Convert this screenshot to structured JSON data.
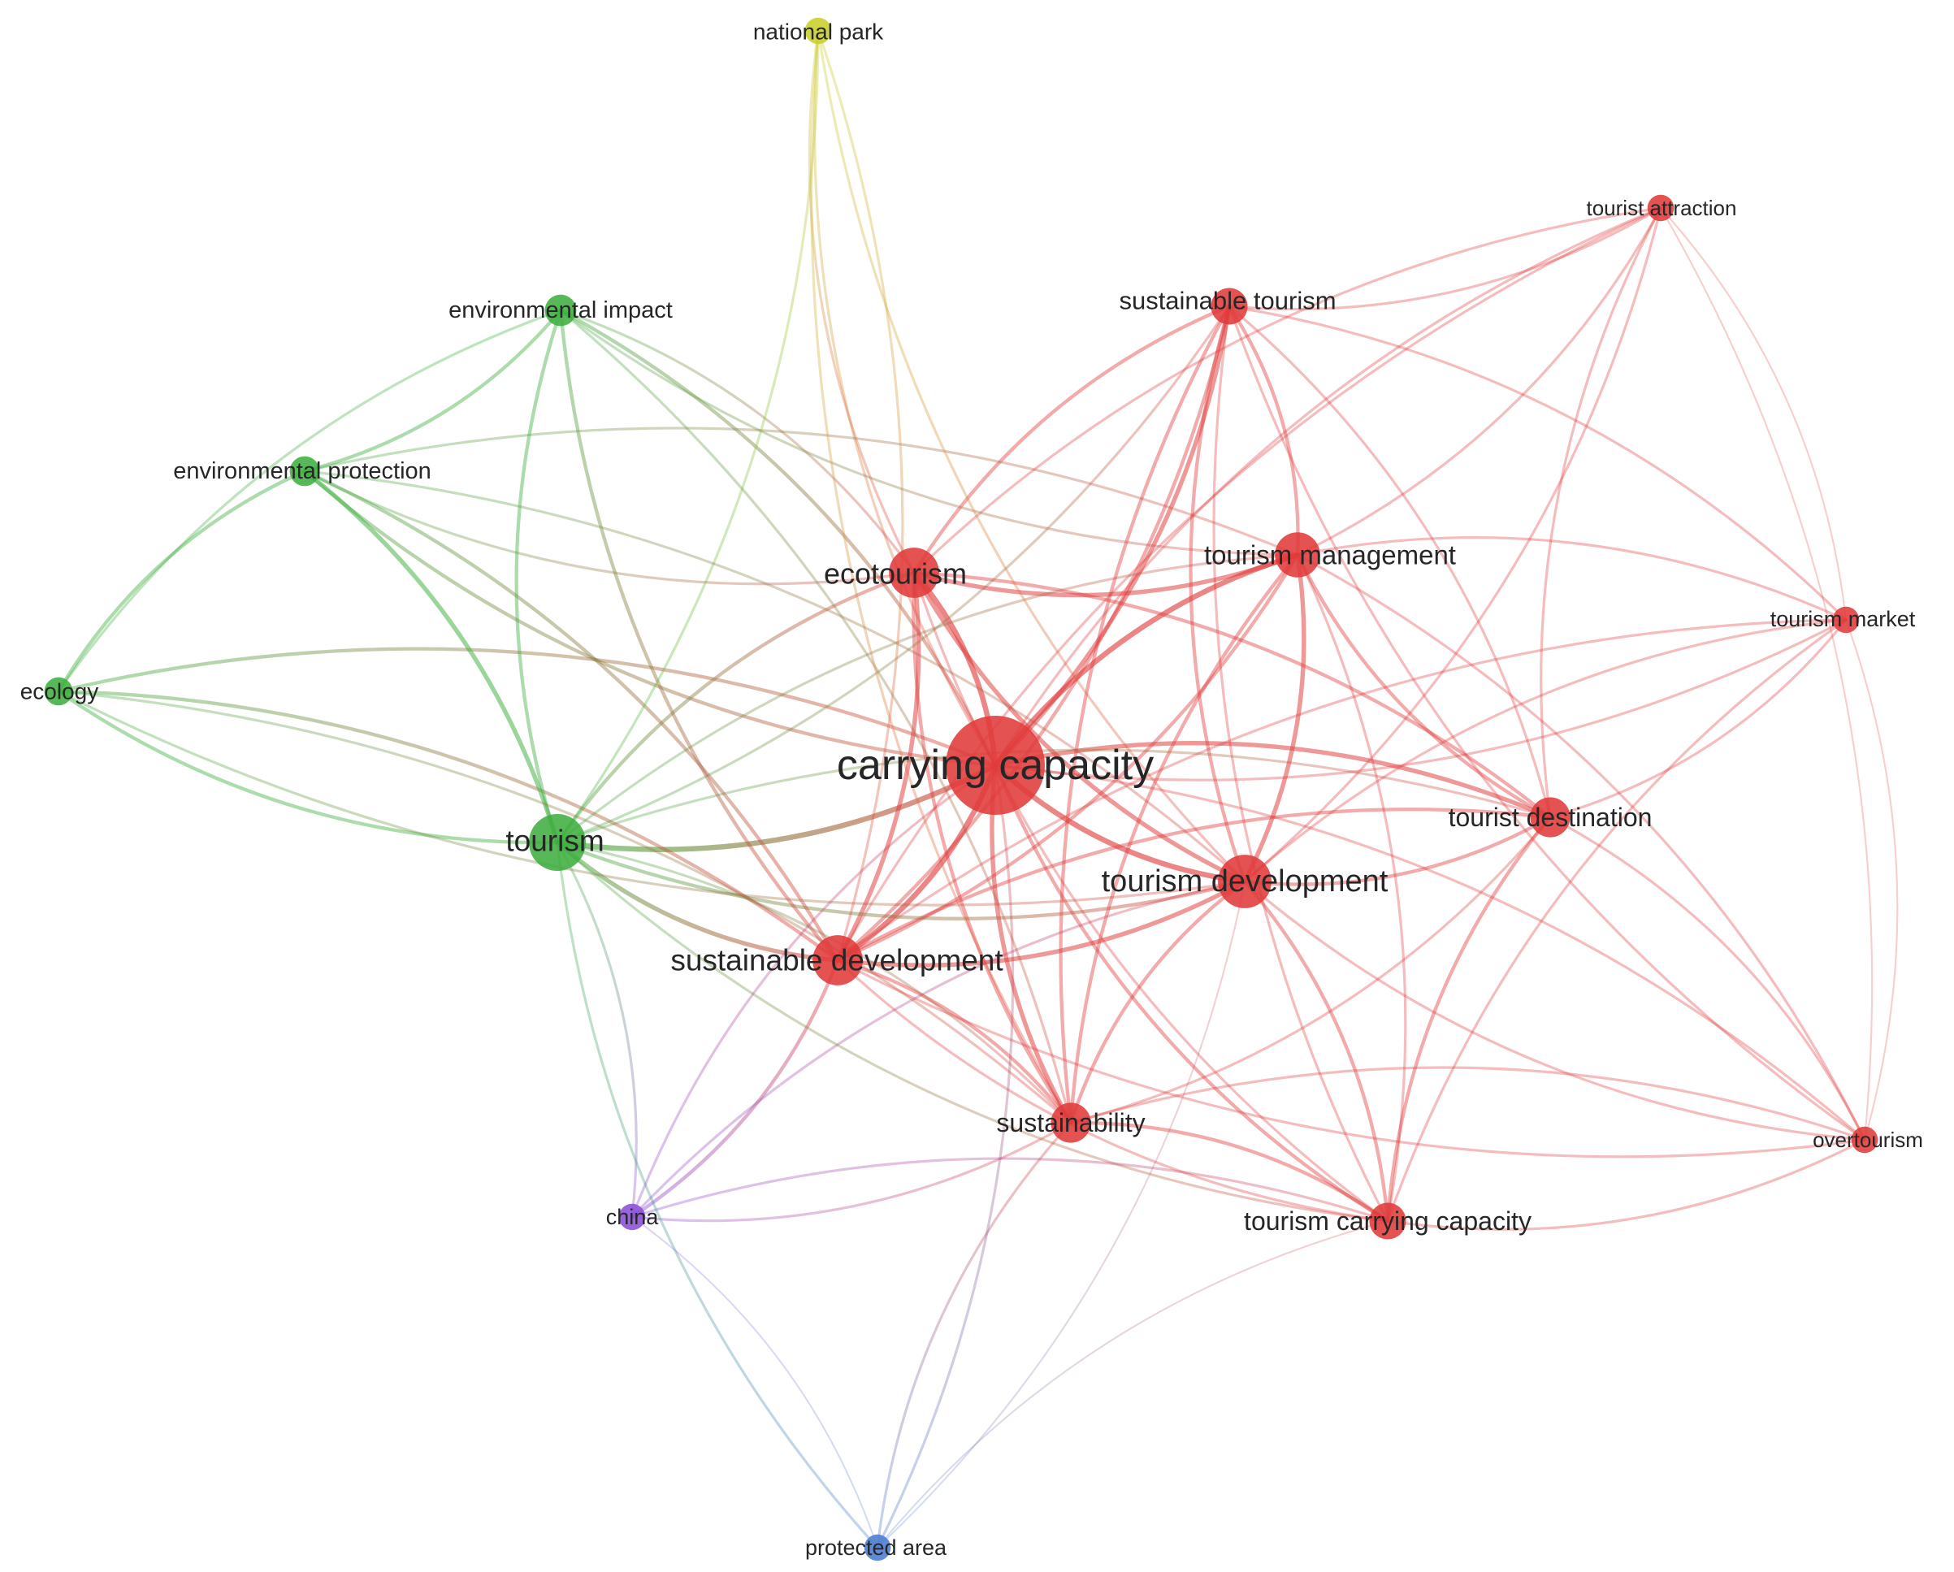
{
  "clusters": {
    "red": "#e03a3a",
    "green": "#3fae3f",
    "yellow": "#c9cf2a",
    "purple": "#8a4fd6",
    "blue": "#4a7bd1"
  },
  "nodes": [
    {
      "id": "carrying-capacity",
      "label": "carrying capacity",
      "cluster": "red",
      "weight": 1.0
    },
    {
      "id": "ecotourism",
      "label": "ecotourism",
      "cluster": "red",
      "weight": 0.42
    },
    {
      "id": "tourism-management",
      "label": "tourism management",
      "cluster": "red",
      "weight": 0.36
    },
    {
      "id": "sustainable-tourism",
      "label": "sustainable tourism",
      "cluster": "red",
      "weight": 0.26
    },
    {
      "id": "tourist-attraction",
      "label": "tourist attraction",
      "cluster": "red",
      "weight": 0.14
    },
    {
      "id": "tourism-market",
      "label": "tourism market",
      "cluster": "red",
      "weight": 0.14
    },
    {
      "id": "tourist-destination",
      "label": "tourist destination",
      "cluster": "red",
      "weight": 0.3
    },
    {
      "id": "tourism-development",
      "label": "tourism development",
      "cluster": "red",
      "weight": 0.46
    },
    {
      "id": "sustainable-development",
      "label": "sustainable development",
      "cluster": "red",
      "weight": 0.42
    },
    {
      "id": "sustainability",
      "label": "sustainability",
      "cluster": "red",
      "weight": 0.3
    },
    {
      "id": "overtourism",
      "label": "overtourism",
      "cluster": "red",
      "weight": 0.14
    },
    {
      "id": "tourism-carrying-capacity",
      "label": "tourism carrying capacity",
      "cluster": "red",
      "weight": 0.26
    },
    {
      "id": "tourism",
      "label": "tourism",
      "cluster": "green",
      "weight": 0.5
    },
    {
      "id": "environmental-impact",
      "label": "environmental impact",
      "cluster": "green",
      "weight": 0.2
    },
    {
      "id": "environmental-protection",
      "label": "environmental protection",
      "cluster": "green",
      "weight": 0.18
    },
    {
      "id": "ecology",
      "label": "ecology",
      "cluster": "green",
      "weight": 0.16
    },
    {
      "id": "national-park",
      "label": "national park",
      "cluster": "yellow",
      "weight": 0.14
    },
    {
      "id": "china",
      "label": "china",
      "cluster": "purple",
      "weight": 0.14
    },
    {
      "id": "protected-area",
      "label": "protected area",
      "cluster": "blue",
      "weight": 0.14
    }
  ],
  "links": [
    [
      "carrying-capacity",
      "ecotourism",
      5
    ],
    [
      "carrying-capacity",
      "tourism-management",
      5
    ],
    [
      "carrying-capacity",
      "sustainable-tourism",
      4
    ],
    [
      "carrying-capacity",
      "tourist-attraction",
      2
    ],
    [
      "carrying-capacity",
      "tourism-market",
      2
    ],
    [
      "carrying-capacity",
      "tourist-destination",
      4
    ],
    [
      "carrying-capacity",
      "tourism-development",
      5
    ],
    [
      "carrying-capacity",
      "sustainable-development",
      5
    ],
    [
      "carrying-capacity",
      "sustainability",
      4
    ],
    [
      "carrying-capacity",
      "overtourism",
      2
    ],
    [
      "carrying-capacity",
      "tourism-carrying-capacity",
      3
    ],
    [
      "carrying-capacity",
      "tourism",
      5
    ],
    [
      "carrying-capacity",
      "environmental-impact",
      3
    ],
    [
      "carrying-capacity",
      "environmental-protection",
      3
    ],
    [
      "carrying-capacity",
      "ecology",
      3
    ],
    [
      "carrying-capacity",
      "national-park",
      2
    ],
    [
      "carrying-capacity",
      "china",
      2
    ],
    [
      "carrying-capacity",
      "protected-area",
      2
    ],
    [
      "ecotourism",
      "tourism-management",
      4
    ],
    [
      "ecotourism",
      "sustainable-tourism",
      3
    ],
    [
      "ecotourism",
      "tourism-development",
      4
    ],
    [
      "ecotourism",
      "sustainable-development",
      4
    ],
    [
      "ecotourism",
      "sustainability",
      3
    ],
    [
      "ecotourism",
      "tourist-destination",
      3
    ],
    [
      "ecotourism",
      "tourism",
      3
    ],
    [
      "ecotourism",
      "environmental-protection",
      2
    ],
    [
      "ecotourism",
      "environmental-impact",
      2
    ],
    [
      "ecotourism",
      "national-park",
      2
    ],
    [
      "ecotourism",
      "tourism-carrying-capacity",
      2
    ],
    [
      "ecotourism",
      "tourist-attraction",
      2
    ],
    [
      "tourism-management",
      "sustainable-tourism",
      3
    ],
    [
      "tourism-management",
      "tourism-development",
      4
    ],
    [
      "tourism-management",
      "tourist-destination",
      3
    ],
    [
      "tourism-management",
      "sustainable-development",
      3
    ],
    [
      "tourism-management",
      "sustainability",
      3
    ],
    [
      "tourism-management",
      "tourism-market",
      2
    ],
    [
      "tourism-management",
      "tourist-attraction",
      2
    ],
    [
      "tourism-management",
      "tourism-carrying-capacity",
      2
    ],
    [
      "tourism-management",
      "tourism",
      2
    ],
    [
      "tourism-management",
      "environmental-impact",
      2
    ],
    [
      "tourism-management",
      "environmental-protection",
      2
    ],
    [
      "tourism-management",
      "overtourism",
      2
    ],
    [
      "sustainable-tourism",
      "tourism-development",
      3
    ],
    [
      "sustainable-tourism",
      "sustainable-development",
      3
    ],
    [
      "sustainable-tourism",
      "sustainability",
      3
    ],
    [
      "sustainable-tourism",
      "tourist-destination",
      2
    ],
    [
      "sustainable-tourism",
      "tourism-carrying-capacity",
      2
    ],
    [
      "sustainable-tourism",
      "tourism",
      2
    ],
    [
      "sustainable-tourism",
      "tourist-attraction",
      2
    ],
    [
      "sustainable-tourism",
      "tourism-market",
      2
    ],
    [
      "sustainable-tourism",
      "overtourism",
      2
    ],
    [
      "tourist-attraction",
      "tourism-development",
      2
    ],
    [
      "tourist-attraction",
      "tourist-destination",
      2
    ],
    [
      "tourist-attraction",
      "tourism-market",
      1
    ],
    [
      "tourist-attraction",
      "sustainable-development",
      2
    ],
    [
      "tourist-attraction",
      "overtourism",
      1
    ],
    [
      "tourism-market",
      "tourism-development",
      2
    ],
    [
      "tourism-market",
      "tourist-destination",
      2
    ],
    [
      "tourism-market",
      "sustainable-development",
      2
    ],
    [
      "tourism-market",
      "overtourism",
      1
    ],
    [
      "tourism-market",
      "tourism-carrying-capacity",
      2
    ],
    [
      "tourist-destination",
      "tourism-development",
      3
    ],
    [
      "tourist-destination",
      "sustainable-development",
      3
    ],
    [
      "tourist-destination",
      "sustainability",
      2
    ],
    [
      "tourist-destination",
      "tourism-carrying-capacity",
      3
    ],
    [
      "tourist-destination",
      "overtourism",
      2
    ],
    [
      "tourist-destination",
      "tourism",
      2
    ],
    [
      "tourism-development",
      "sustainable-development",
      4
    ],
    [
      "tourism-development",
      "sustainability",
      3
    ],
    [
      "tourism-development",
      "tourism-carrying-capacity",
      3
    ],
    [
      "tourism-development",
      "overtourism",
      2
    ],
    [
      "tourism-development",
      "tourism",
      3
    ],
    [
      "tourism-development",
      "china",
      2
    ],
    [
      "sustainable-development",
      "sustainability",
      3
    ],
    [
      "sustainable-development",
      "tourism-carrying-capacity",
      2
    ],
    [
      "sustainable-development",
      "tourism",
      4
    ],
    [
      "sustainable-development",
      "environmental-protection",
      3
    ],
    [
      "sustainable-development",
      "environmental-impact",
      3
    ],
    [
      "sustainable-development",
      "ecology",
      3
    ],
    [
      "sustainable-development",
      "china",
      3
    ],
    [
      "sustainable-development",
      "overtourism",
      2
    ],
    [
      "sustainability",
      "tourism-carrying-capacity",
      3
    ],
    [
      "sustainability",
      "tourism",
      2
    ],
    [
      "sustainability",
      "china",
      2
    ],
    [
      "sustainability",
      "protected-area",
      2
    ],
    [
      "sustainability",
      "overtourism",
      2
    ],
    [
      "tourism-carrying-capacity",
      "overtourism",
      2
    ],
    [
      "tourism-carrying-capacity",
      "tourism",
      2
    ],
    [
      "tourism-carrying-capacity",
      "china",
      2
    ],
    [
      "tourism",
      "environmental-impact",
      3
    ],
    [
      "tourism",
      "environmental-protection",
      4
    ],
    [
      "tourism",
      "ecology",
      3
    ],
    [
      "tourism",
      "national-park",
      2
    ],
    [
      "tourism",
      "china",
      2
    ],
    [
      "tourism",
      "protected-area",
      2
    ],
    [
      "environmental-impact",
      "environmental-protection",
      3
    ],
    [
      "environmental-impact",
      "ecology",
      2
    ],
    [
      "environmental-impact",
      "sustainability",
      2
    ],
    [
      "environmental-protection",
      "ecology",
      3
    ],
    [
      "environmental-protection",
      "tourism-development",
      2
    ],
    [
      "ecology",
      "tourism-development",
      2
    ],
    [
      "ecology",
      "sustainability",
      2
    ],
    [
      "national-park",
      "tourism-development",
      2
    ],
    [
      "national-park",
      "sustainable-development",
      2
    ],
    [
      "national-park",
      "sustainability",
      2
    ],
    [
      "china",
      "protected-area",
      1
    ],
    [
      "protected-area",
      "tourism-development",
      1
    ],
    [
      "protected-area",
      "tourism-carrying-capacity",
      1
    ]
  ]
}
